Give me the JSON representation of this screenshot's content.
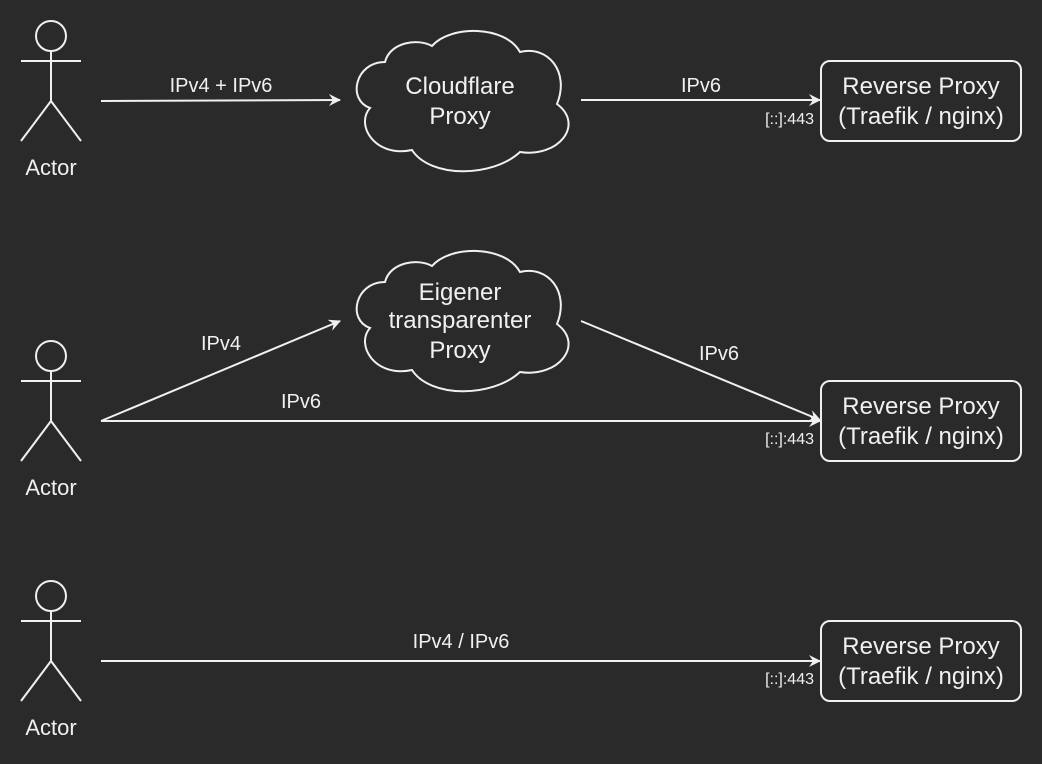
{
  "colors": {
    "background": "#2a2a2a",
    "stroke": "#f0f0f0",
    "text": "#f0f0f0"
  },
  "rows": [
    {
      "actor_label": "Actor",
      "cloud": {
        "lines": [
          "Cloudflare",
          "Proxy"
        ]
      },
      "edges": {
        "actor_to_cloud": "IPv4 + IPv6",
        "cloud_to_proxy": "IPv6"
      },
      "port": "[::]:443",
      "proxy": {
        "lines": [
          "Reverse Proxy",
          "(Traefik / nginx)"
        ]
      }
    },
    {
      "actor_label": "Actor",
      "cloud": {
        "lines": [
          "Eigener",
          "transparenter",
          "Proxy"
        ]
      },
      "edges": {
        "actor_to_cloud": "IPv4",
        "actor_to_proxy": "IPv6",
        "cloud_to_proxy": "IPv6"
      },
      "port": "[::]:443",
      "proxy": {
        "lines": [
          "Reverse Proxy",
          "(Traefik / nginx)"
        ]
      }
    },
    {
      "actor_label": "Actor",
      "edges": {
        "actor_to_proxy": "IPv4 / IPv6"
      },
      "port": "[::]:443",
      "proxy": {
        "lines": [
          "Reverse Proxy",
          "(Traefik / nginx)"
        ]
      }
    }
  ]
}
